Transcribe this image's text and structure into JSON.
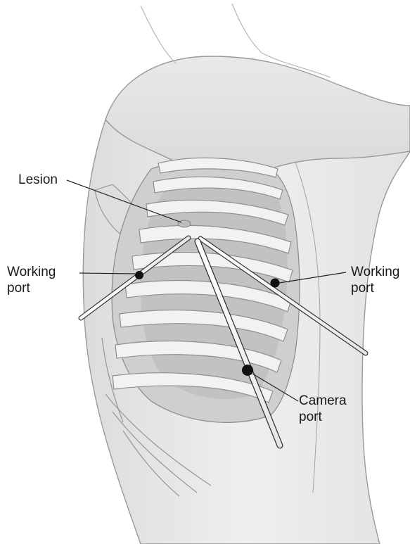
{
  "labels": {
    "lesion": "Lesion",
    "working_port_left": {
      "line1": "Working",
      "line2": "port"
    },
    "working_port_right": {
      "line1": "Working",
      "line2": "port"
    },
    "camera_port": {
      "line1": "Camera",
      "line2": "port"
    }
  },
  "colors": {
    "skin": "#ececec",
    "skin_shadow": "#d6d6d6",
    "rib": "#f2f2f2",
    "intercostal": "#bdbdbd",
    "lung": "#c8c8c8",
    "outline": "#8a8a8a",
    "instrument": "#333333",
    "port": "#111111",
    "leader": "#222222"
  }
}
